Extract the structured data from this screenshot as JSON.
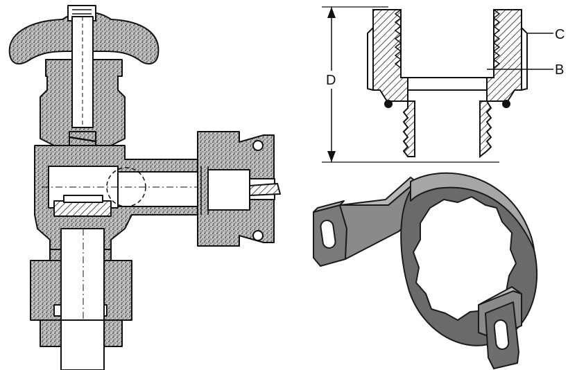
{
  "labels": {
    "d": "D",
    "c": "C",
    "b": "B"
  },
  "colors": {
    "ink": "#1a1a1a",
    "hatch": "#333333",
    "steel_dark": "#4a4a4a",
    "steel_mid": "#6e6e6e",
    "steel_light": "#9a9a9a"
  },
  "icons": {
    "valve": "angle-valve-cross-section-drawing",
    "fitting": "threaded-fitting-section-drawing",
    "wrench": "spanner-wrench-3d-drawing"
  }
}
